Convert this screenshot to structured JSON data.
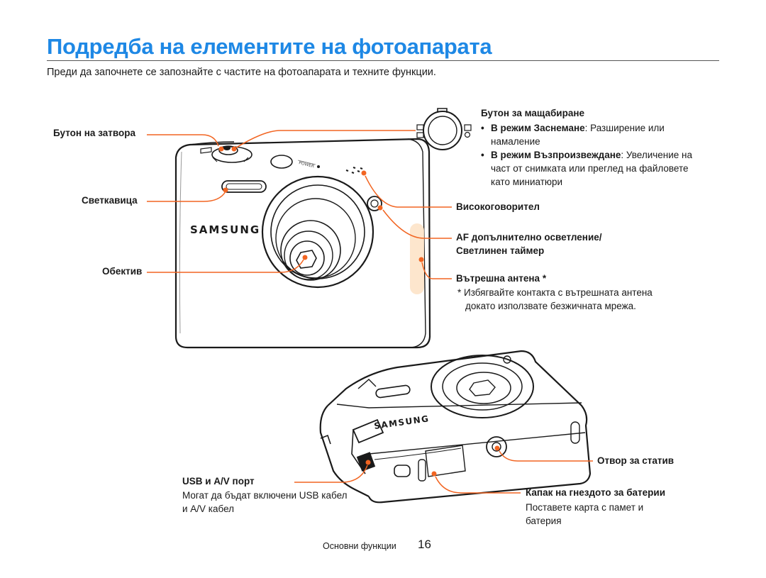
{
  "header": {
    "title": "Подредба на елементите на фотоапарата",
    "intro": "Преди да започнете се запознайте с частите на фотоапарата и техните функции."
  },
  "left_labels": {
    "shutter": "Бутон на затвора",
    "flash": "Светкавица",
    "lens": "Обектив"
  },
  "zoom": {
    "title": "Бутон за мащабиране",
    "bullet1_mode": "В режим Заснемане",
    "bullet1_colon": ":",
    "bullet1_text_a": " Разширение или",
    "bullet1_text_b": "намаление",
    "bullet2_mode": "В режим Възпроизвеждане",
    "bullet2_colon": ":",
    "bullet2_text_a": " Увеличение на",
    "bullet2_text_b": "част от снимката или преглед на файловете",
    "bullet2_text_c": "като миниатюри"
  },
  "right_labels": {
    "speaker": "Високоговорител",
    "af_line1": "AF допълнително осветление/",
    "af_line2": "Светлинен таймер",
    "antenna": "Вътрешна антена *",
    "antenna_note_a": "* Избягвайте контакта с вътрешната антена",
    "antenna_note_b": "докато използвате безжичната мрежа."
  },
  "bottom_labels": {
    "tripod": "Отвор за статив",
    "usb": "USB и A/V порт",
    "usb_note_a": "Могат да бъдат включени USB кабел",
    "usb_note_b": "и A/V кабел",
    "battery": "Капак на гнездото за батерии",
    "battery_note_a": "Поставете карта с памет и",
    "battery_note_b": "батерия"
  },
  "camera_text": {
    "brand": "SAMSUNG",
    "power": "POWER"
  },
  "footer": {
    "section": "Основни функции",
    "page": "16"
  },
  "colors": {
    "title": "#1e88e5",
    "callout": "#f26522",
    "antenna_glow": "#fde3c8"
  }
}
